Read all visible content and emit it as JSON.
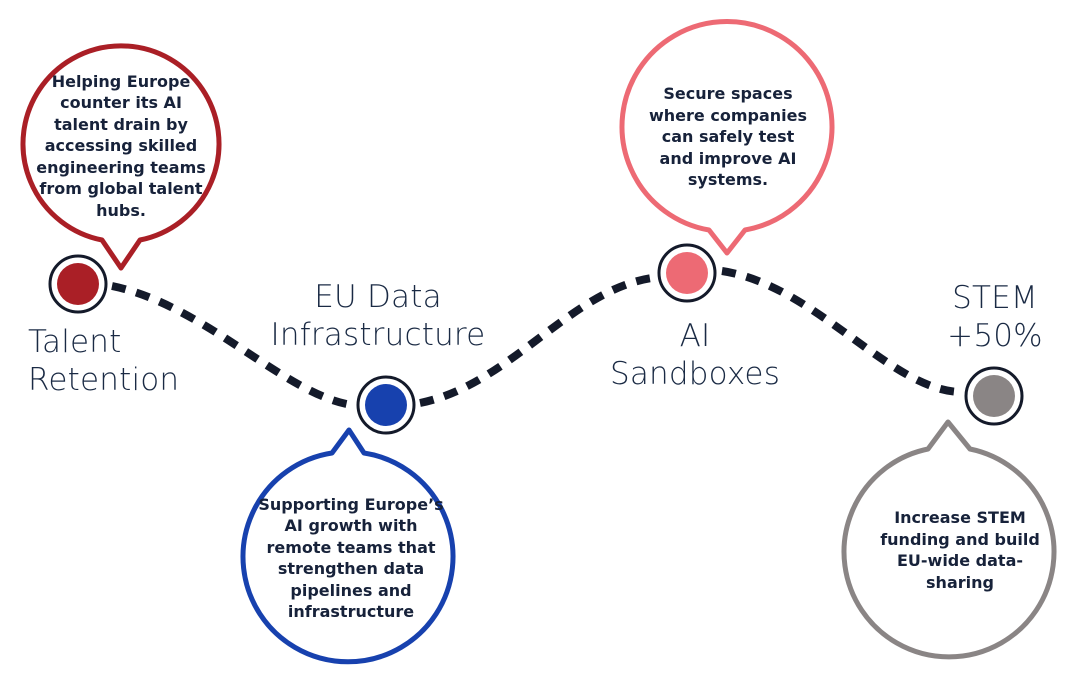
{
  "stages": [
    {
      "id": "talent-retention",
      "label": "Talent\nRetention",
      "description": "Helping Europe counter its AI talent drain by accessing skilled engineering teams from global talent hubs.",
      "color": "#aa1f26",
      "bubble_position": "above"
    },
    {
      "id": "eu-data-infrastructure",
      "label": "EU Data\nInfrastructure",
      "description": "Supporting Europe’s AI growth with remote teams that strengthen data pipelines and infrastructure",
      "color": "#1741ae",
      "bubble_position": "below"
    },
    {
      "id": "ai-sandboxes",
      "label": "AI\nSandboxes",
      "description": "Secure spaces where companies can safely test and improve AI systems.",
      "color": "#ed6a74",
      "bubble_position": "above"
    },
    {
      "id": "stem-plus-50",
      "label": "STEM\n+50%",
      "description": "Increase STEM funding and build EU-wide data-sharing",
      "color": "#8a8585",
      "bubble_position": "below"
    }
  ],
  "path_style": {
    "color": "#141a2a",
    "line": "dashed"
  }
}
